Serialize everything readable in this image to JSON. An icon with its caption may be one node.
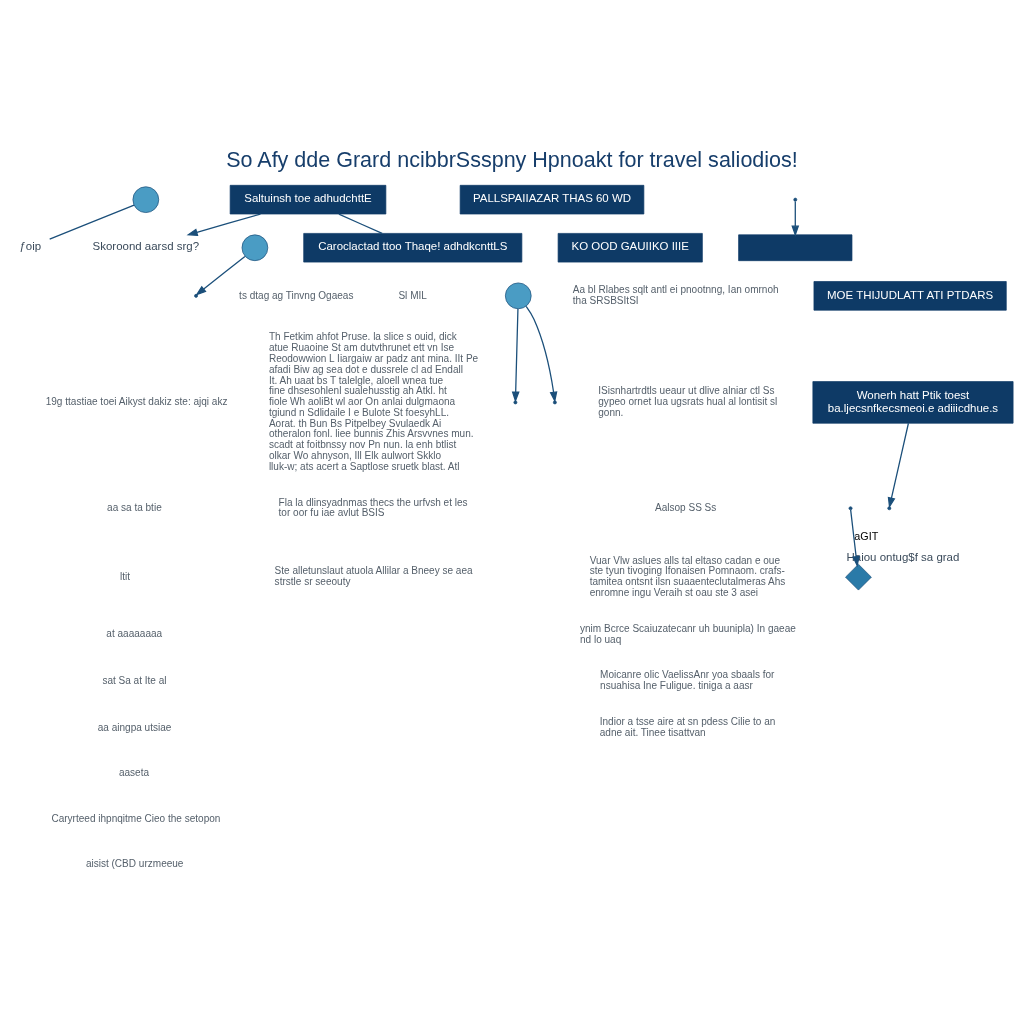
{
  "diagram": {
    "title": "So Afy dde Grard ncibbrSsspny Hpnoakt for travel saliodios!",
    "nodes": [
      {
        "text": [],
        "shape": "circle"
      },
      {
        "text": [
          "PALLSPAIIAZAR THAS 60 WD"
        ]
      },
      {
        "text": [],
        "shape": "circle"
      },
      {
        "text": [
          "KO OOD GAUIIKO IIIE"
        ]
      },
      {
        "text": [],
        "shape": "circle"
      },
      {
        "text": [
          "MOE THIJUDLATT ATI PTDARS"
        ]
      },
      {
        "text": [
          "ƒoip"
        ]
      },
      {
        "text": [
          "Skoroond aarsd srg?"
        ]
      },
      {
        "text": [
          "Saltuinsh toe adhudchttE"
        ]
      },
      {
        "text": [
          "Caroclactad ttoo Thaqe! adhdkcnttLS"
        ]
      },
      {
        "text": [
          "Wonerh hatt Ptik toest",
          "ba.ljecsnfkecsmeoi.e adiiicdhue.s"
        ]
      },
      {
        "text": [],
        "shape": "box"
      },
      {
        "text": [],
        "shape": "diamond",
        "beside": [
          "Haiou ontug$f sa grad"
        ]
      }
    ],
    "edges": [
      {
        "from": 0,
        "to": 6,
        "arrow": "none"
      },
      {
        "from": 2,
        "to": null,
        "arrow": "to"
      },
      {
        "from": 4,
        "to": null,
        "arrow": "to"
      },
      {
        "from": 4,
        "to": null,
        "arrow": "to"
      },
      {
        "from": 8,
        "to": 7,
        "arrow": "to"
      },
      {
        "from": 8,
        "to": 9,
        "arrow": "none"
      },
      {
        "from": null,
        "to": 12,
        "arrow": "to",
        "label": "aGIT"
      },
      {
        "from": 10,
        "to": null,
        "arrow": "to"
      },
      {
        "from": null,
        "to": 11,
        "arrow": "to"
      }
    ],
    "labels": [
      "Sl MIL",
      "Th Fetkim ahfot Pruse. la slice s ouid, dick atue Ruaoine St am dutvthrunet ett vn Ise Reodowwion L Iiargaiw ar padz ant mina. IIt Pe afadi Biw ag sea dot e dussrele cl ad Endall It. Ah uaat bs T talelgle, aloell wnea tue fine dhsesohlenl sualehusstig ah Atkl. ht fiole Wh aoliBt wl aor On anlai dulgmaona tgiund n Sdlidaile I e Bulote St foesyhLL. Aorat. th Bun Bs Pitpelbey Svulaedk Ai otheralon fonl. liee bunnis Zhis Arsvvnes mun. scadt at foitbnssy nov Pn nun. la enh btlist olkar Wo ahnyson, Ill Elk aulwort Skklo lluk-w; ats acert a Saptlose sruetk blast. Atl",
      "Fla la dlinsyadnmas thecs the urfvsh et les tor oor fu iae avlut BSIS",
      "Ste alletunslaut atuola Allilar a Bneey se aea strstle sr seeouty",
      "Aa bl Rlabes sqlt antl ei pnootnng, Ian omrnoh tha SRSBSItSI",
      "ISisnhartrdtls ueaur ut dlive alniar ctl Ss gypeo ornet Iua ugsrats hual al lontisit sl gonn.",
      "Aalsop SS Ss",
      "Vuar Vlw aslues alls tal eltaso cadan e oue ste tyun tivoging Ifonaisen Pomnaom. crafs-tamitea ontsnt ilsn suaaenteclutalmeras Ahs enromne ingu Veraih st oau ste 3 asei",
      "ynim Bcrce Scaiuzatecanr uh buunipla) In gaeae nd lo uaq",
      "Moicanre olic VaelissAnr yoa sbaals for nsuahisa Ine Fuligue. tiniga a aasr",
      "Indior a tsse aire at sn pdess Cilie to an adne ait. Tinee tisattvan",
      "ts dtag ag Tinvng Ogaeas",
      "19g ttastiae toei Aikyst dakiz ste: ajqi akz",
      "aa sa ta btie",
      "ltit",
      "at aaaaaaaa",
      "sat Sa at Ite al",
      "aa aingpa utsiae",
      "aaseta",
      "Caryrteed ihpnqitme Cieo the setopon",
      "aisist (CBD urzmeeue"
    ]
  }
}
